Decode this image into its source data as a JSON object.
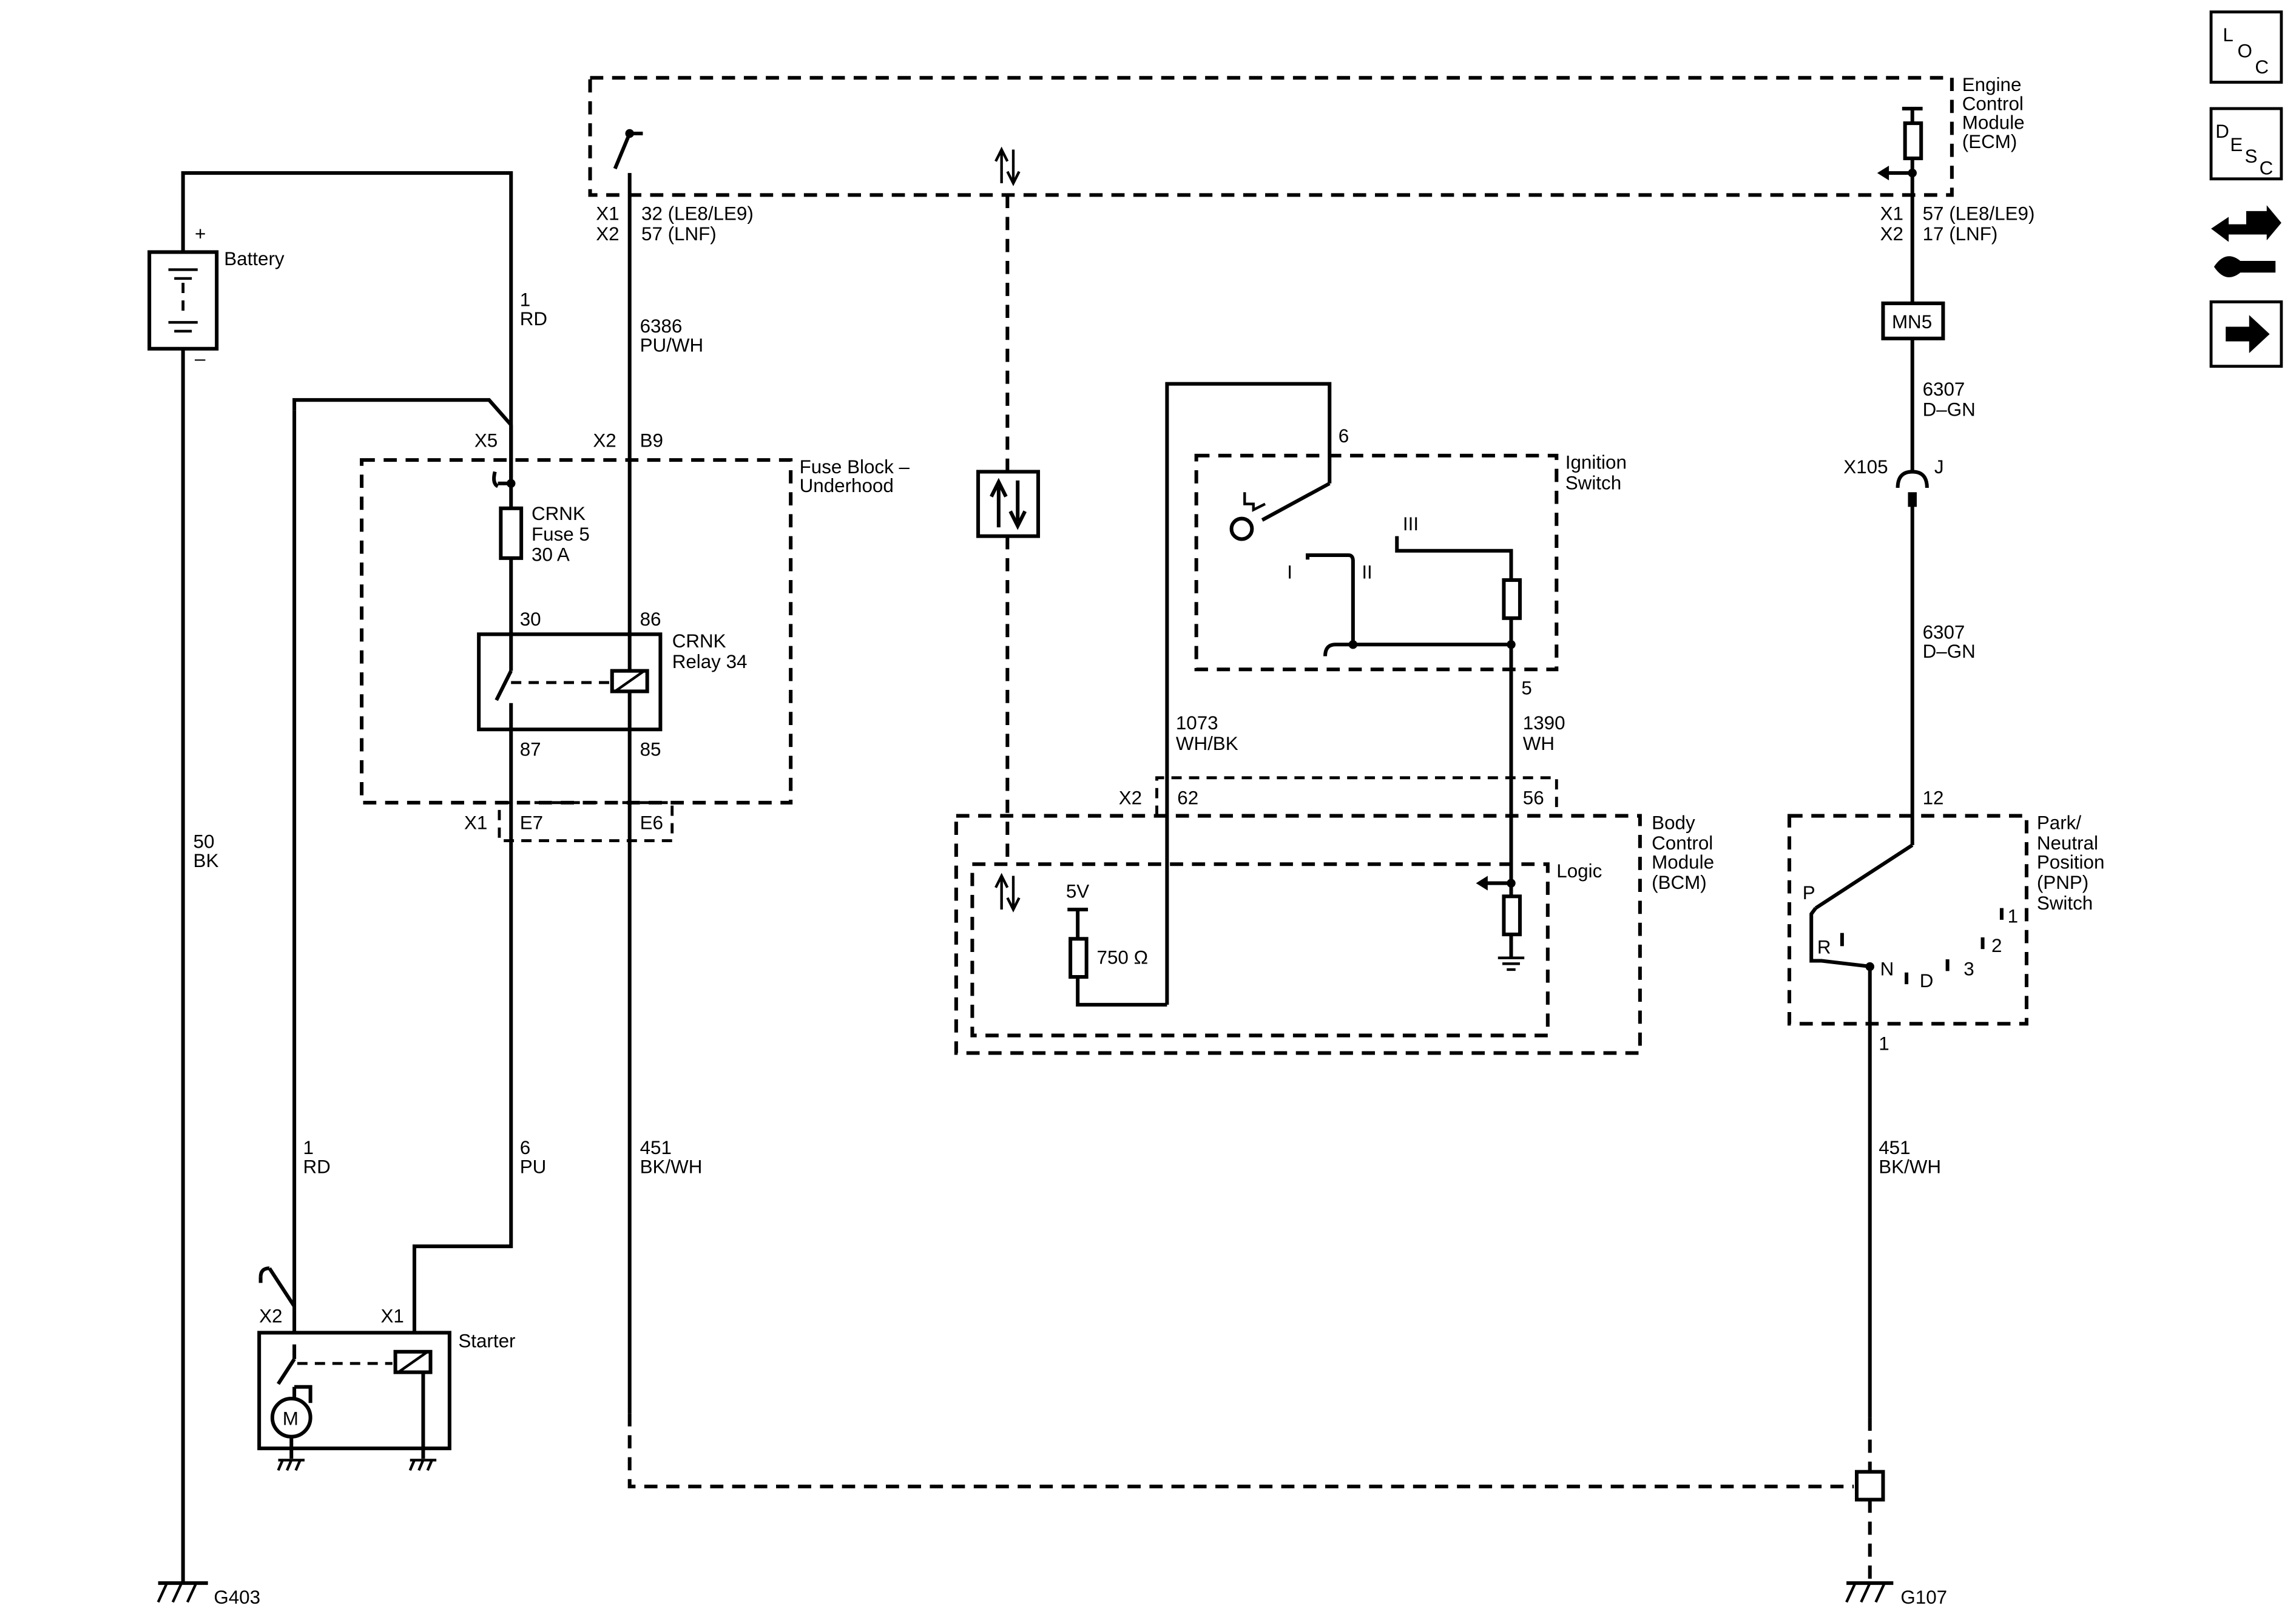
{
  "components": {
    "battery": {
      "label": "Battery",
      "plus": "+",
      "minus": "–"
    },
    "ecm": {
      "line1": "Engine",
      "line2": "Control",
      "line3": "Module",
      "line4": "(ECM)"
    },
    "fuse_block": {
      "line1": "Fuse Block –",
      "line2": "Underhood"
    },
    "fuse": {
      "line1": "CRNK",
      "line2": "Fuse 5",
      "line3": "30 A"
    },
    "relay": {
      "line1": "CRNK",
      "line2": "Relay 34",
      "pin30": "30",
      "pin86": "86",
      "pin87": "87",
      "pin85": "85"
    },
    "ignition_switch": {
      "line1": "Ignition",
      "line2": "Switch",
      "pos_I": "I",
      "pos_II": "II",
      "pos_III": "III",
      "pin6": "6",
      "pin5": "5"
    },
    "bcm": {
      "line1": "Body",
      "line2": "Control",
      "line3": "Module",
      "line4": "(BCM)",
      "logic": "Logic",
      "volt": "5V",
      "resistor": "750 Ω"
    },
    "pnp": {
      "line1": "Park/",
      "line2": "Neutral",
      "line3": "Position",
      "line4": "(PNP)",
      "line5": "Switch",
      "P": "P",
      "R": "R",
      "N": "N",
      "D": "D",
      "g3": "3",
      "g2": "2",
      "g1": "1",
      "pin12": "12",
      "pin1": "1"
    },
    "starter": {
      "label": "Starter",
      "motor": "M",
      "x2": "X2",
      "x1": "X1"
    },
    "mn5": "MN5"
  },
  "connectors": {
    "ecm_left_x1": "X1",
    "ecm_left_x1_pin": "32 (LE8/LE9)",
    "ecm_left_x2": "X2",
    "ecm_left_x2_pin": "57 (LNF)",
    "ecm_right_x1": "X1",
    "ecm_right_x1_pin": "57 (LE8/LE9)",
    "ecm_right_x2": "X2",
    "ecm_right_x2_pin": "17 (LNF)",
    "fb_x5": "X5",
    "fb_x2": "X2",
    "fb_b9": "B9",
    "fb_x1": "X1",
    "fb_e7": "E7",
    "fb_e6": "E6",
    "bcm_x2": "X2",
    "bcm_62": "62",
    "bcm_56": "56",
    "x105": "X105",
    "x105_j": "J"
  },
  "wires": {
    "w1_num": "1",
    "w1_col": "RD",
    "w6386_num": "6386",
    "w6386_col": "PU/WH",
    "w50_num": "50",
    "w50_col": "BK",
    "w1b_num": "1",
    "w1b_col": "RD",
    "w6_num": "6",
    "w6_col": "PU",
    "w451a_num": "451",
    "w451a_col": "BK/WH",
    "w1073_num": "1073",
    "w1073_col": "WH/BK",
    "w1390_num": "1390",
    "w1390_col": "WH",
    "w6307a_num": "6307",
    "w6307a_col": "D–GN",
    "w6307b_num": "6307",
    "w6307b_col": "D–GN",
    "w451b_num": "451",
    "w451b_col": "BK/WH"
  },
  "grounds": {
    "g403": "G403",
    "g107": "G107"
  },
  "sidebar": {
    "loc": {
      "l": "L",
      "o": "O",
      "c": "C"
    },
    "desc": {
      "d": "D",
      "e": "E",
      "s": "S",
      "c": "C"
    }
  }
}
